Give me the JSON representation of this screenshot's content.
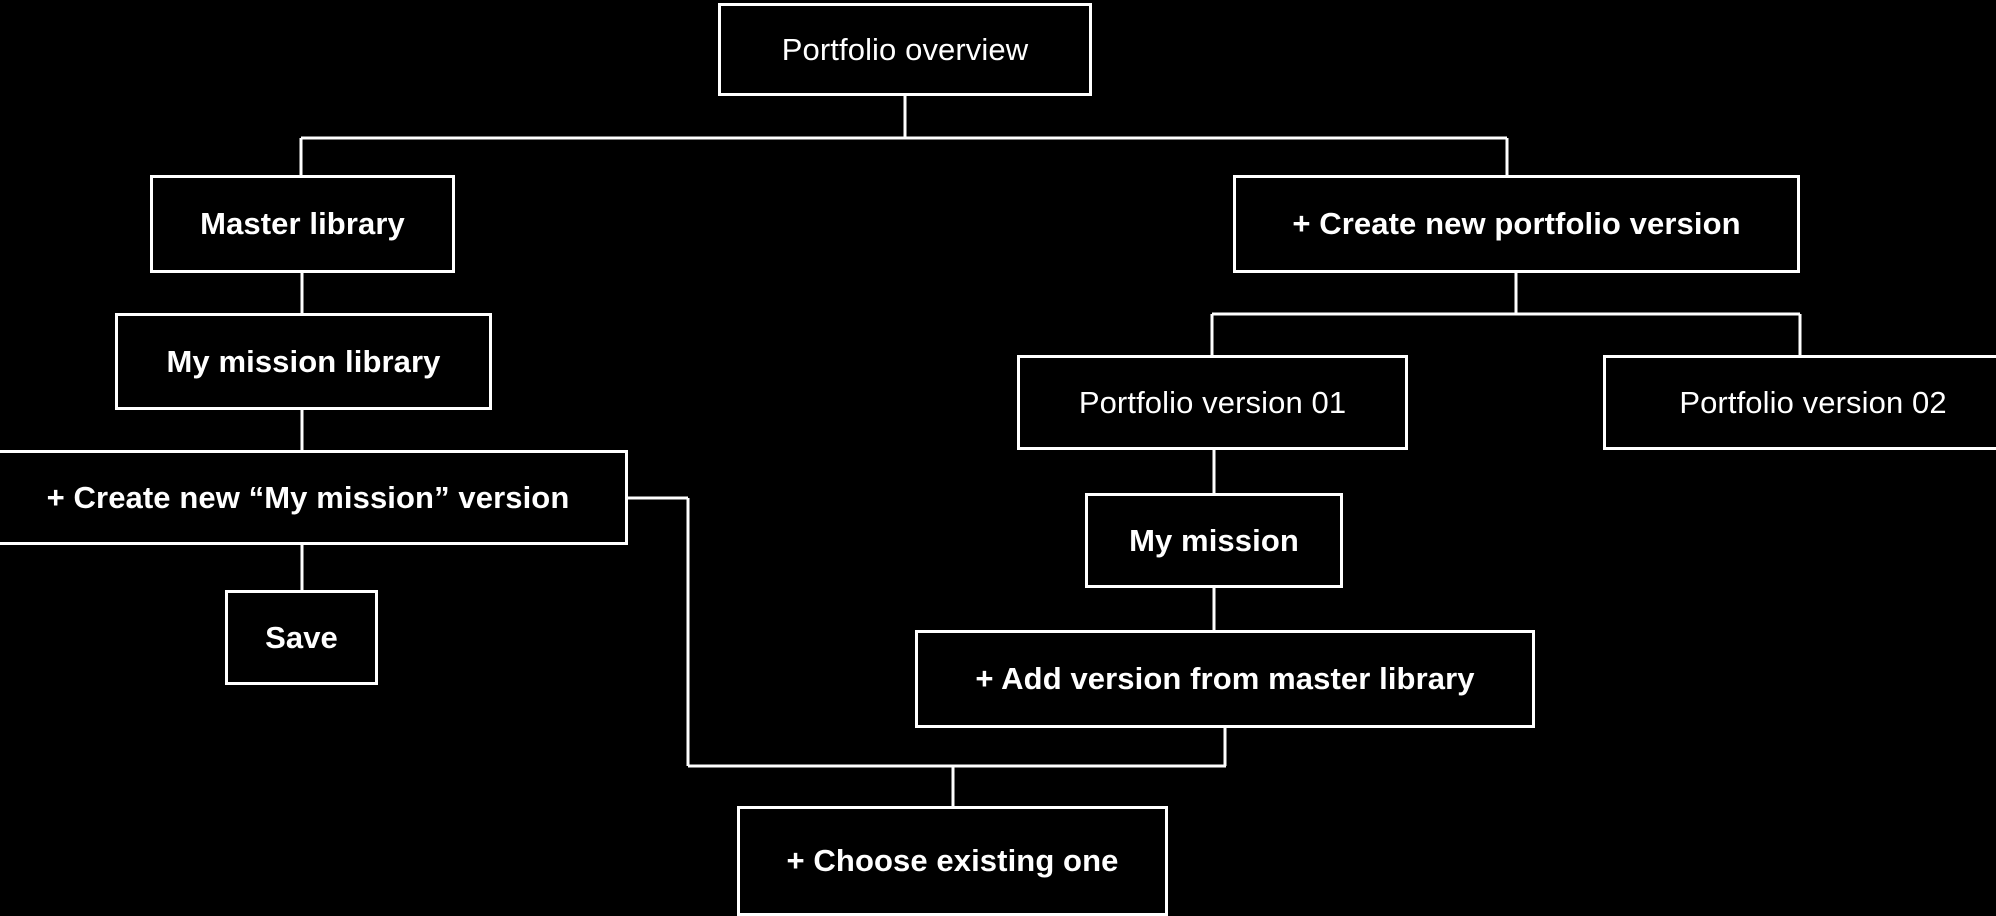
{
  "diagram": {
    "title": "Portfolio overview flow",
    "background_color": "#000000",
    "line_color": "#ffffff",
    "text_color": "#ffffff",
    "nodes": {
      "portfolio_overview": "Portfolio overview",
      "master_library": "Master library",
      "create_portfolio_version": "+ Create new portfolio version",
      "my_mission_library": "My mission library",
      "portfolio_version_01": "Portfolio version 01",
      "portfolio_version_02": "Portfolio version 02",
      "create_my_mission_version": "+ Create new “My mission” version",
      "my_mission": "My mission",
      "save": "Save",
      "add_version_master_library": "+ Add version from master library",
      "choose_existing_one": "+ Choose existing one"
    },
    "edges": [
      {
        "from": "portfolio_overview",
        "to": "master_library"
      },
      {
        "from": "portfolio_overview",
        "to": "create_portfolio_version"
      },
      {
        "from": "master_library",
        "to": "my_mission_library"
      },
      {
        "from": "my_mission_library",
        "to": "create_my_mission_version"
      },
      {
        "from": "create_my_mission_version",
        "to": "save"
      },
      {
        "from": "create_my_mission_version",
        "to": "choose_existing_one"
      },
      {
        "from": "create_portfolio_version",
        "to": "portfolio_version_01"
      },
      {
        "from": "create_portfolio_version",
        "to": "portfolio_version_02"
      },
      {
        "from": "portfolio_version_01",
        "to": "my_mission"
      },
      {
        "from": "my_mission",
        "to": "add_version_master_library"
      },
      {
        "from": "add_version_master_library",
        "to": "choose_existing_one"
      }
    ]
  }
}
